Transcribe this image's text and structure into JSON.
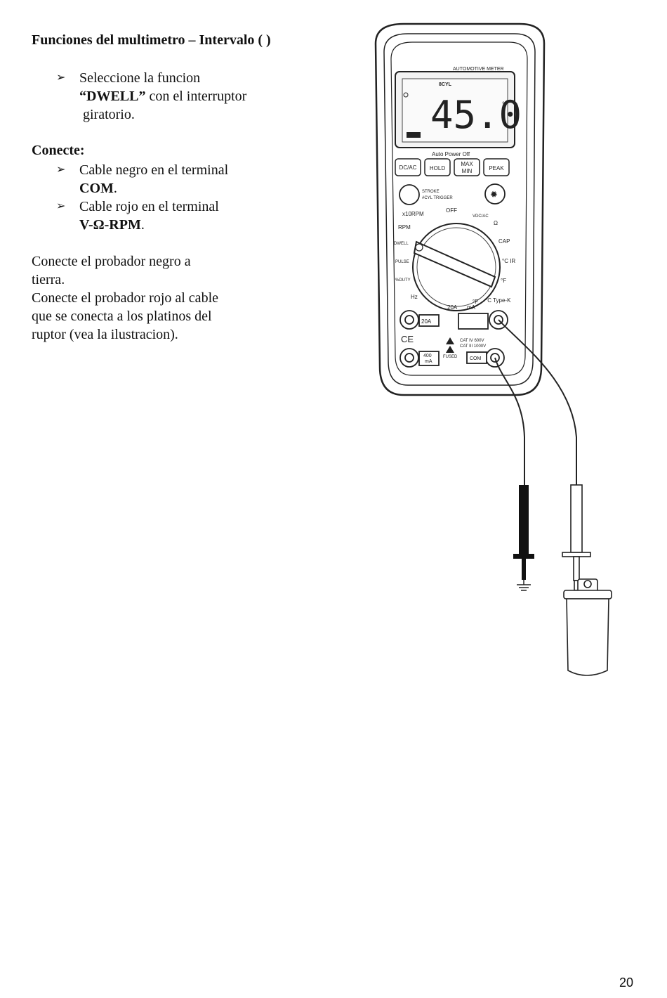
{
  "heading": "Funciones del multimetro – Intervalo ( )",
  "step1": {
    "line1": "Seleccione la funcion",
    "quote_open": "“",
    "bold": "DWELL",
    "quote_close": "”",
    "line2_rest": " con el interruptor",
    "line3": "giratorio."
  },
  "connect": {
    "title": "Conecte:",
    "item1_line1": "Cable negro en el terminal",
    "item1_bold": "COM",
    "item1_end": ".",
    "item2_line1": "Cable rojo en el terminal",
    "item2_bold": "V-Ω-RPM",
    "item2_end": "."
  },
  "para": {
    "l1": "Conecte el probador negro a",
    "l2": "tierra.",
    "l3": "Conecte el probador rojo al cable",
    "l4": "que se conecta a los platinos del",
    "l5": "ruptor (vea la ilustracion)."
  },
  "meter": {
    "brand": "AUTOMOTIVE METER",
    "cyl": "8CYL",
    "reading": "45.0",
    "deg": "°",
    "auto_power": "Auto Power Off",
    "btn_dcac": "DC/AC",
    "btn_hold": "HOLD",
    "btn_max1": "MAX",
    "btn_max2": "MIN",
    "btn_peak": "PEAK",
    "stroke1": "STROKE",
    "stroke2": "#CYL TRIGGER",
    "dial": {
      "x10rpm": "x10RPM",
      "off": "OFF",
      "vdcac": "VDC/AC",
      "omega": "Ω",
      "rpm": "RPM",
      "dwell": "DWELL",
      "cap": "CAP",
      "pulse": "PULSE",
      "cir": "°C IR",
      "duty": "%DUTY",
      "ftypek": "°F",
      "hz": "Hz",
      "ma": "mA",
      "f": "°F",
      "ctypek": "°C Type-K",
      "a20": "20A"
    },
    "term_20a": "20A",
    "term_400ma1": "400",
    "term_400ma2": "mA",
    "fused": "FUSED",
    "com": "COM",
    "cat1": "CAT IV 600V",
    "cat2": "CAT III 1000V",
    "ce": "CE"
  },
  "page_number": "20"
}
